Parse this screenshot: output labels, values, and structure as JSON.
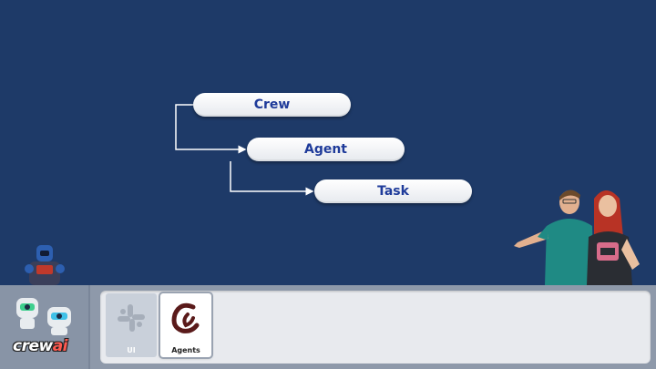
{
  "hierarchy": {
    "crew_label": "Crew",
    "agent_label": "Agent",
    "task_label": "Task"
  },
  "tray": {
    "items": [
      {
        "label": "UI",
        "icon": "slack-icon",
        "state": "disabled"
      },
      {
        "label": "Agents",
        "icon": "crewai-c-icon",
        "state": "selected"
      }
    ]
  },
  "brand": {
    "name": "crewai",
    "logo_text": "crew"
  },
  "colors": {
    "background": "#1e3a68",
    "pill_text": "#1f3b9a",
    "tray": "#8e99aa"
  }
}
